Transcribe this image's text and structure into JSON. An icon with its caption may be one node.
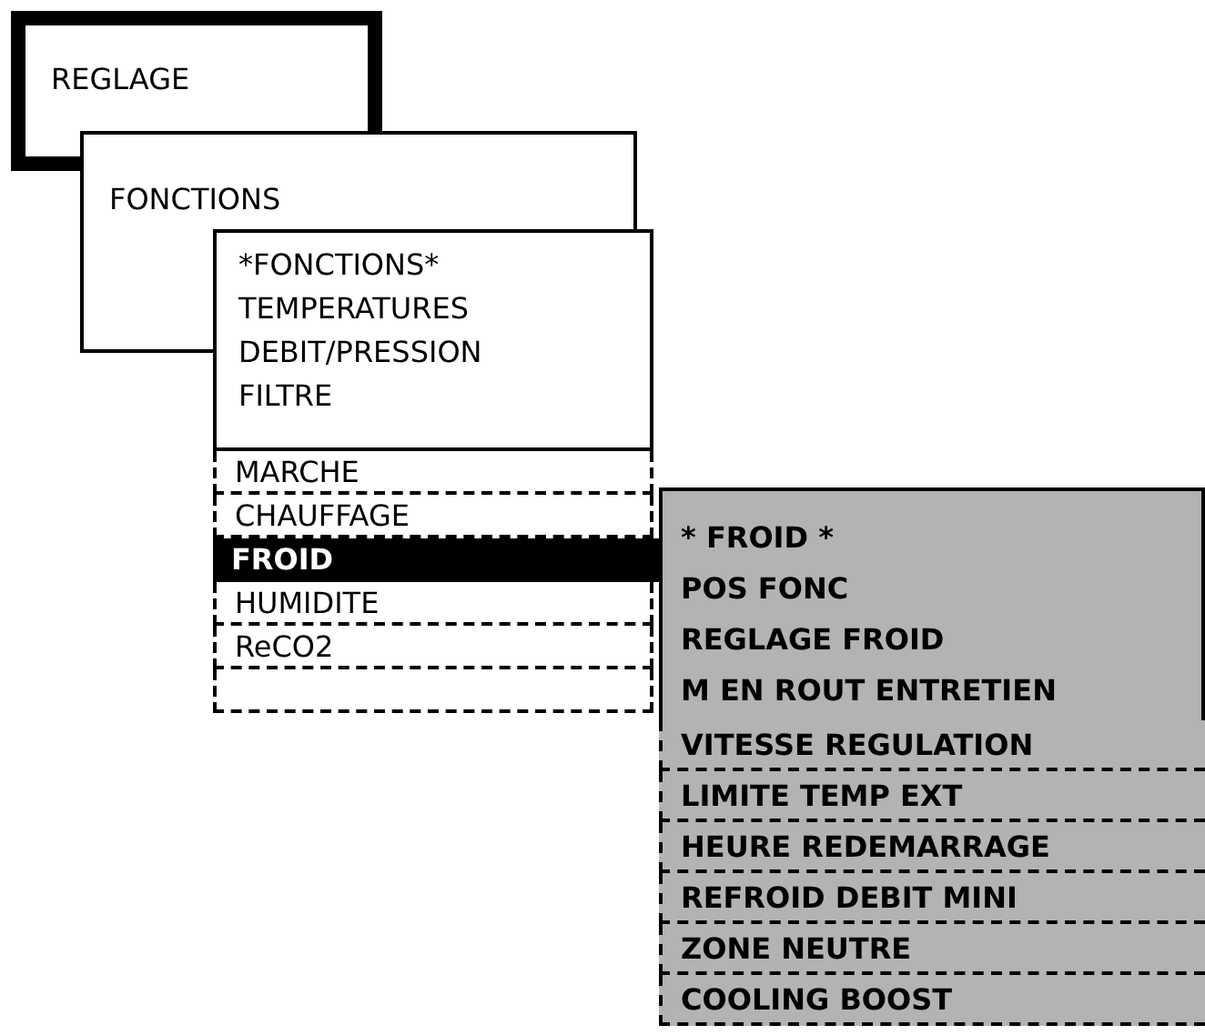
{
  "diagram": {
    "nodes": [
      {
        "text": [
          "REGLAGE"
        ]
      },
      {
        "text": [
          "FONCTIONS"
        ]
      },
      {
        "text": [
          "*FONCTIONS*",
          "TEMPERATURES",
          "DEBIT/PRESSION",
          "FILTRE"
        ]
      },
      {
        "text": [
          "MARCHE"
        ]
      },
      {
        "text": [
          "CHAUFFAGE"
        ]
      },
      {
        "text": [
          "FROID"
        ]
      },
      {
        "text": [
          "HUMIDITE"
        ]
      },
      {
        "text": [
          "ReCO2"
        ]
      },
      {
        "text": [],
        "shape": "box"
      },
      {
        "text": [
          "* FROID *",
          "POS FONC",
          "REGLAGE FROID",
          "M EN ROUT ENTRETIEN"
        ]
      },
      {
        "text": [
          "VITESSE REGULATION"
        ]
      },
      {
        "text": [
          "LIMITE TEMP EXT"
        ]
      },
      {
        "text": [
          "HEURE REDEMARRAGE"
        ]
      },
      {
        "text": [
          "REFROID DEBIT MINI"
        ]
      },
      {
        "text": [
          "ZONE NEUTRE"
        ]
      },
      {
        "text": [
          "COOLING BOOST"
        ]
      }
    ],
    "edges": []
  }
}
